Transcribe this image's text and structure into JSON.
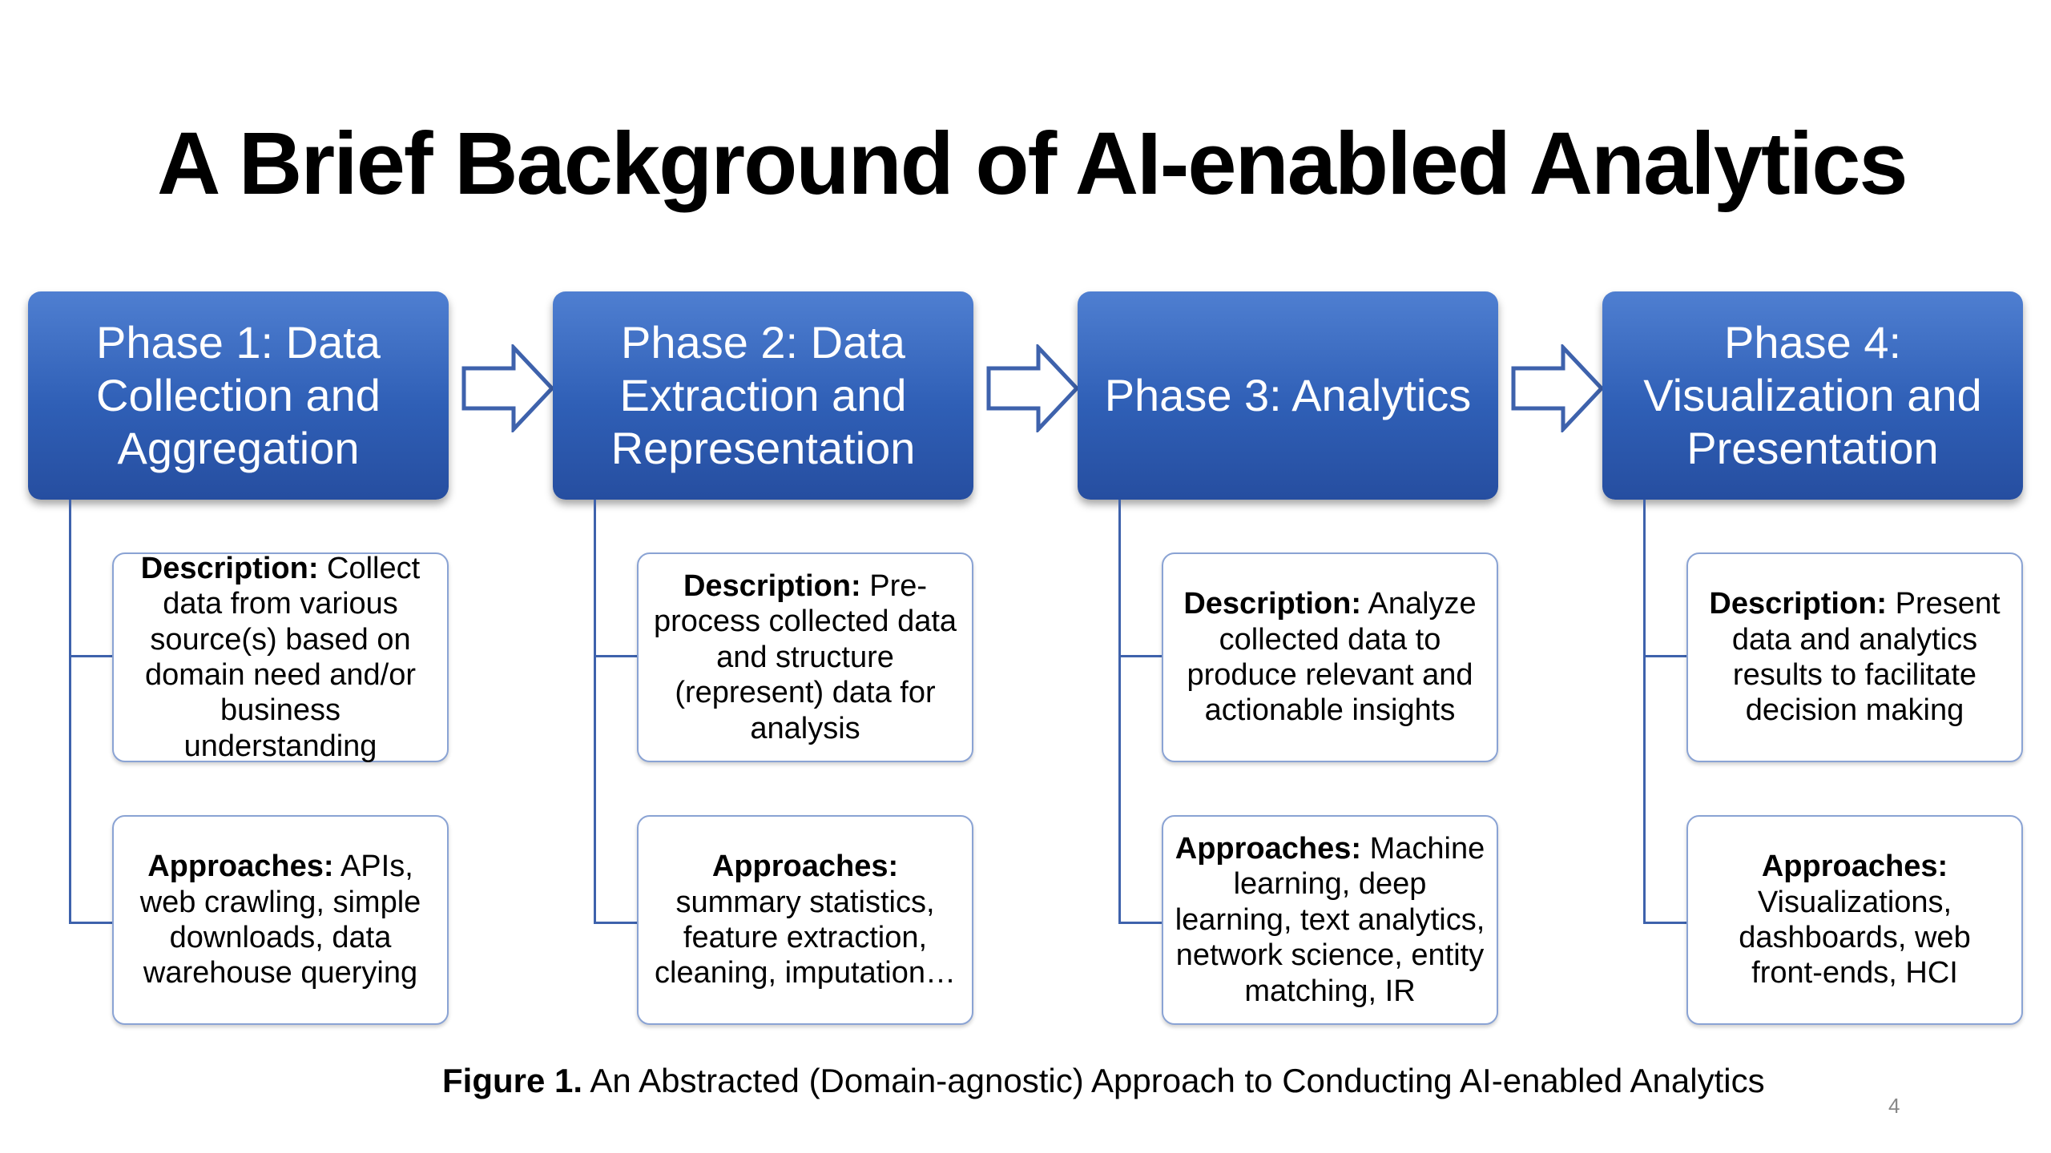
{
  "title": "A Brief Background of AI-enabled Analytics",
  "phases": [
    {
      "header": "Phase 1: Data\nCollection and\nAggregation",
      "description_label": "Description:",
      "description_text": " Collect data from various source(s) based on domain need and/or business understanding",
      "approaches_label": "Approaches:",
      "approaches_text": " APIs, web crawling, simple downloads, data warehouse querying"
    },
    {
      "header": "Phase 2: Data\nExtraction and\nRepresentation",
      "description_label": "Description:",
      "description_text": " Pre-process collected data and structure (represent) data for analysis",
      "approaches_label": "Approaches:",
      "approaches_text": " summary statistics, feature extraction, cleaning, imputation…"
    },
    {
      "header": "Phase 3: Analytics",
      "description_label": "Description:",
      "description_text": " Analyze collected data to produce relevant and actionable insights",
      "approaches_label": "Approaches:",
      "approaches_text": " Machine learning, deep learning, text analytics, network science, entity matching, IR"
    },
    {
      "header": "Phase 4:\nVisualization and\nPresentation",
      "description_label": "Description:",
      "description_text": " Present data and analytics results to facilitate decision making",
      "approaches_label": "Approaches:",
      "approaches_text": " Visualizations, dashboards, web front-ends, HCI"
    }
  ],
  "caption": {
    "label": "Figure 1.",
    "text": " An Abstracted (Domain-agnostic) Approach to Conducting AI-enabled Analytics"
  },
  "page_number": "4",
  "colors": {
    "header_top": "#4f7fd1",
    "header_bottom": "#264ea0",
    "connector": "#3e62ac",
    "card_border": "#8aa3d4"
  },
  "icons": [
    "right-arrow-icon"
  ]
}
